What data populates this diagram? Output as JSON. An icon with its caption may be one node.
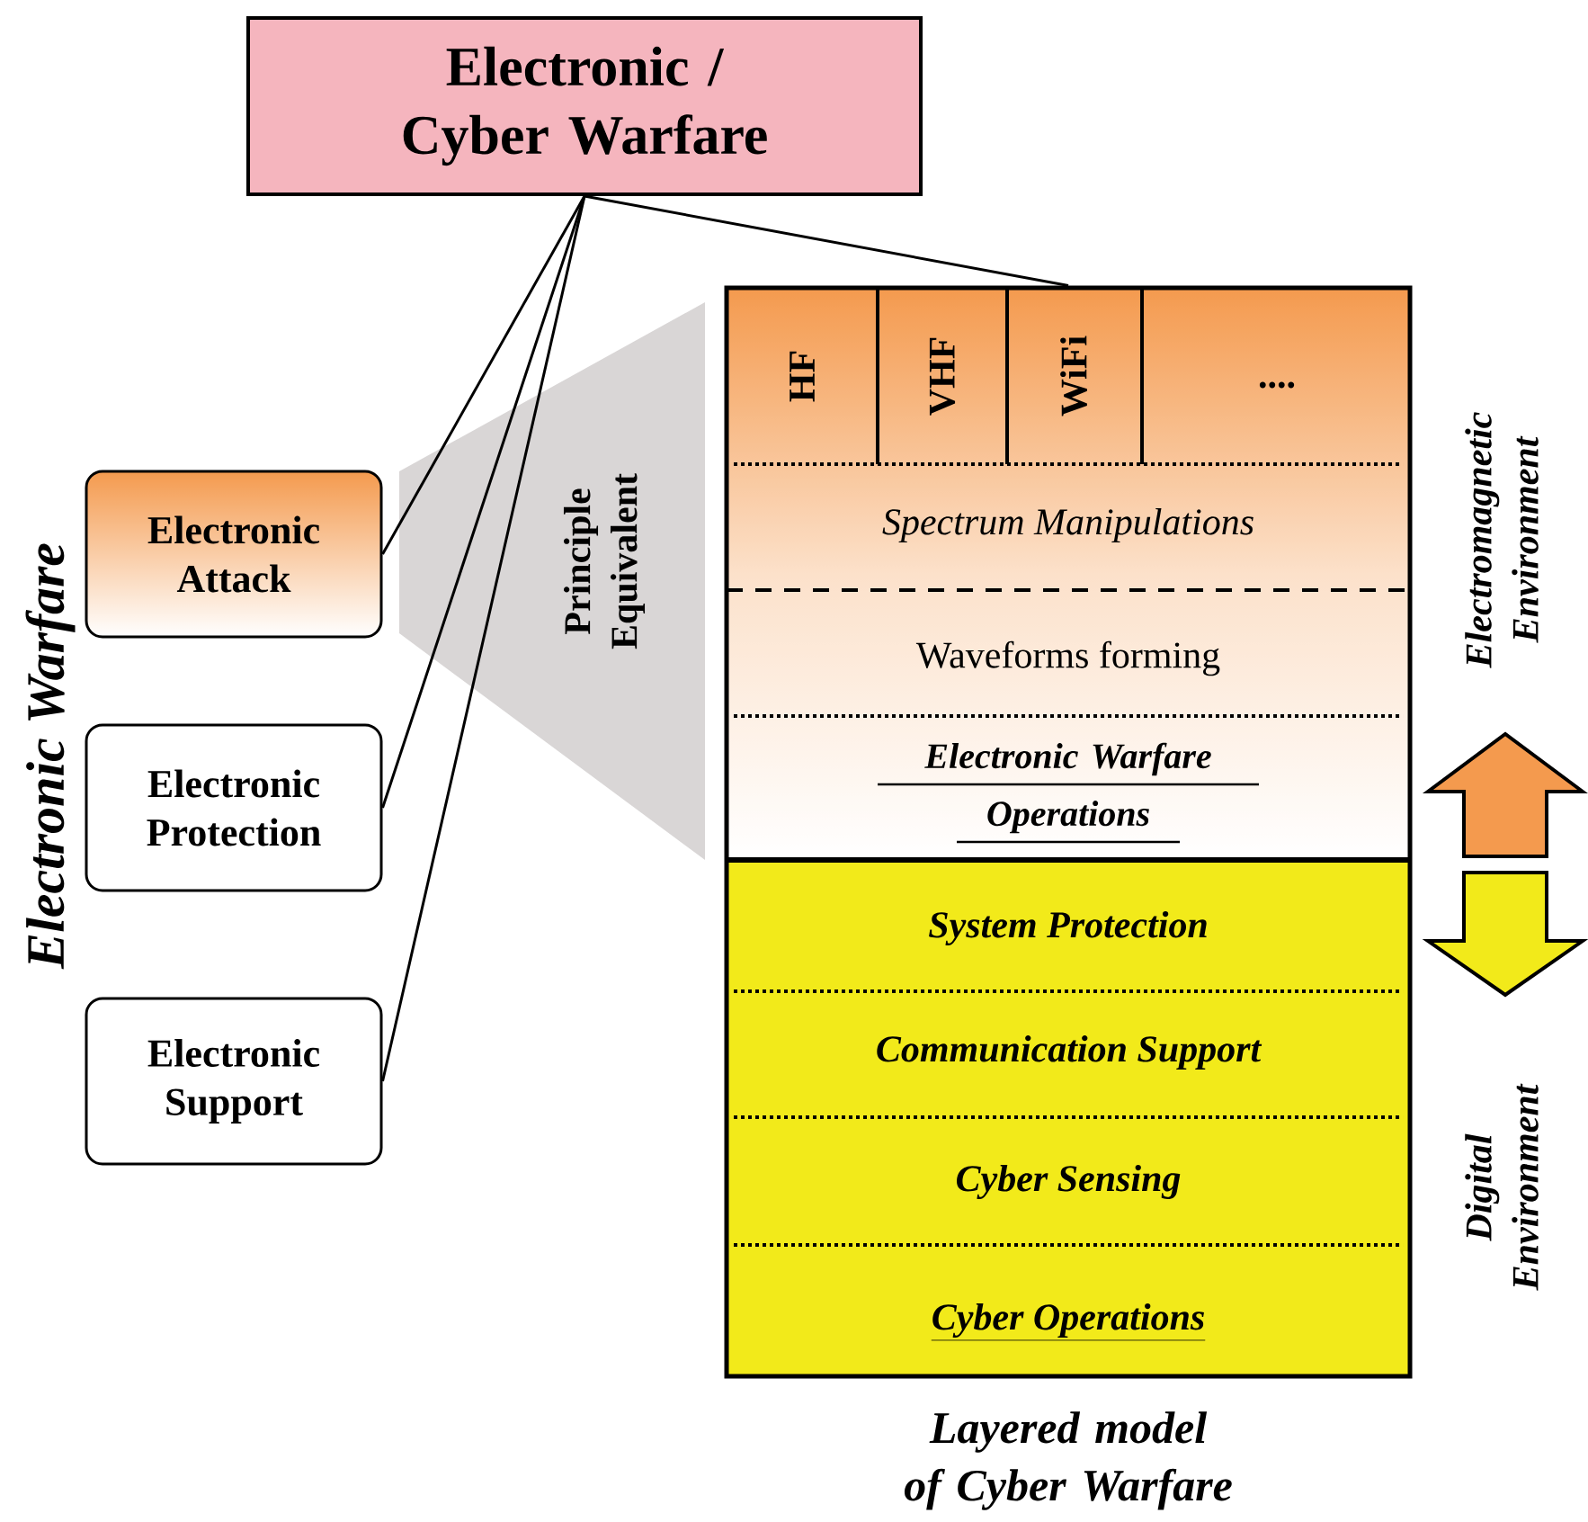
{
  "diagram": {
    "nodes": [
      {
        "text": [
          "Electronic / Cyber Warfare"
        ]
      },
      {
        "text": [
          "Electronic Attack"
        ]
      },
      {
        "text": [
          "Electronic Protection"
        ]
      },
      {
        "text": [
          "Electronic Support"
        ]
      },
      {
        "text": [
          "Layered model of Cyber Warfare"
        ]
      },
      {
        "text": [
          "HF"
        ],
        "in": 4
      },
      {
        "text": [
          "VHF"
        ],
        "in": 4
      },
      {
        "text": [
          "WiFi"
        ],
        "in": 4
      },
      {
        "text": [
          "...."
        ],
        "in": 4
      },
      {
        "text": [
          "Spectrum Manipulations"
        ],
        "in": 4
      },
      {
        "text": [
          "Waveforms forming"
        ],
        "in": 4
      },
      {
        "text": [
          "Electronic Warfare Operations"
        ],
        "in": 4
      },
      {
        "text": [
          "System Protection"
        ],
        "in": 4
      },
      {
        "text": [
          "Communication Support"
        ],
        "in": 4
      },
      {
        "text": [
          "Cyber Sensing"
        ],
        "in": 4
      },
      {
        "text": [
          "Cyber Operations"
        ],
        "in": 4
      }
    ],
    "edges": [
      {
        "from": 0,
        "to": 1,
        "arrow": "none"
      },
      {
        "from": 0,
        "to": 2,
        "arrow": "none"
      },
      {
        "from": 0,
        "to": 3,
        "arrow": "none"
      },
      {
        "from": 0,
        "to": 4,
        "arrow": "none"
      }
    ],
    "labels": [
      "Electronic Warfare",
      "Principle Equivalent",
      "Electromagnetic Environment",
      "Digital Environment"
    ]
  }
}
